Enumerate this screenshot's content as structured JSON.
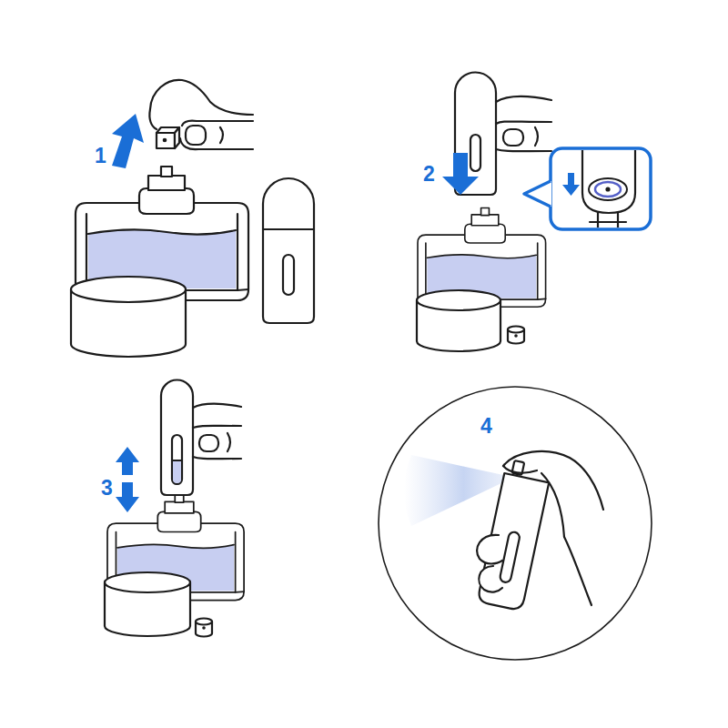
{
  "diagram": {
    "nodes": [
      {
        "text": [
          "4"
        ]
      }
    ],
    "labels": [
      "1",
      "2",
      "3"
    ]
  }
}
